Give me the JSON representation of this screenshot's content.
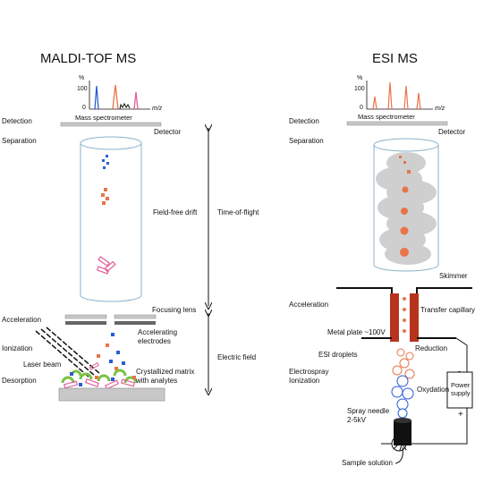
{
  "titles": {
    "left": "MALDI-TOF MS",
    "right": "ESI MS"
  },
  "spectrum": {
    "percent": "%",
    "hundred": "100",
    "zero": "0",
    "mz": "m/z"
  },
  "left_labels": {
    "detection": "Detection",
    "mass_spectrometer": "Mass spectrometer",
    "detector": "Detector",
    "separation": "Separation",
    "field_free_drift": "Field-free drift",
    "time_of_flight": "Time-of-flight",
    "focusing_lens": "Focusing lens",
    "acceleration": "Acceleration",
    "accelerating_electrodes_1": "Accelerating",
    "accelerating_electrodes_2": "electrodes",
    "electric_field": "Electric field",
    "ionization": "Ionization",
    "laser_beam": "Laser beam",
    "crystallized_1": "Crystallized matrix",
    "crystallized_2": "with analytes",
    "desorption": "Desorption"
  },
  "right_labels": {
    "detection": "Detection",
    "mass_spectrometer": "Mass spectrometer",
    "detector": "Detector",
    "separation": "Separation",
    "skimmer": "Skimmer",
    "acceleration": "Acceleration",
    "transfer_capillary": "Transfer capillary",
    "metal_plate": "Metal plate ~100V",
    "reduction": "Reduction",
    "esi_droplets": "ESI droplets",
    "electrospray_1": "Electrospray",
    "electrospray_2": "Ionization",
    "oxydation": "Oxydation",
    "power_supply_1": "Power",
    "power_supply_2": "supply",
    "spray_needle_1": "Spray needle",
    "spray_needle_2": "2-5kV",
    "sample_solution": "Sample solution",
    "plus": "+",
    "minus": "-"
  },
  "colors": {
    "blue_ion": "#2a5bd7",
    "orange_ion": "#e8744a",
    "pink_ion": "#e0609a",
    "green_matrix": "#7cc242",
    "capillary_red": "#b8331e",
    "spray_cloud": "#cfcfcf",
    "plate_gray": "#c8c8c8"
  }
}
